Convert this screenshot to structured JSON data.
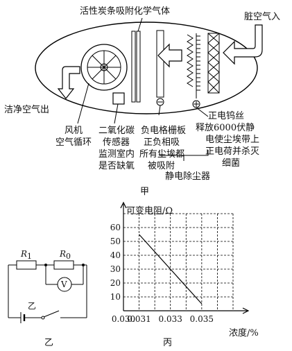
{
  "purifier": {
    "label_top": "活性炭条吸附化学气体",
    "label_dirty": "脏空气入",
    "label_clean": "洁净空气出",
    "label_fan": [
      "风机",
      "空气循环"
    ],
    "label_co2": [
      "二氧化碳",
      "传感器",
      "监测室内",
      "是否缺氧"
    ],
    "label_grid": [
      "负电格栅板",
      "正负相吸",
      "所有尘埃都",
      "被吸附"
    ],
    "label_wire": [
      "正电钨丝",
      "释放6000伏静",
      "电使尘埃带上",
      "正电荷并杀灭",
      "细菌"
    ],
    "label_precip": "静电除尘器",
    "caption": "甲"
  },
  "circuit": {
    "r1": "R",
    "r1_sub": "1",
    "r0": "R",
    "r0_sub": "0",
    "meter": "V",
    "switch_label": "乙",
    "caption": "乙"
  },
  "graph": {
    "caption": "丙"
  },
  "chart_data": {
    "type": "line",
    "ylabel": "可变电阻/Ω",
    "xlabel": "浓度/%",
    "x_ticks": [
      "0.030",
      "0.031",
      "0.033",
      "0.035"
    ],
    "x_tick_values": [
      0.03,
      0.031,
      0.033,
      0.035
    ],
    "y_ticks": [
      "10",
      "20",
      "30",
      "40",
      "50",
      "60"
    ],
    "y_tick_values": [
      10,
      20,
      30,
      40,
      50,
      60
    ],
    "xlim": [
      0.03,
      0.037
    ],
    "ylim": [
      0,
      70
    ],
    "grid": true,
    "series": [
      {
        "x": [
          0.031,
          0.035
        ],
        "y": [
          55,
          5
        ]
      }
    ]
  }
}
